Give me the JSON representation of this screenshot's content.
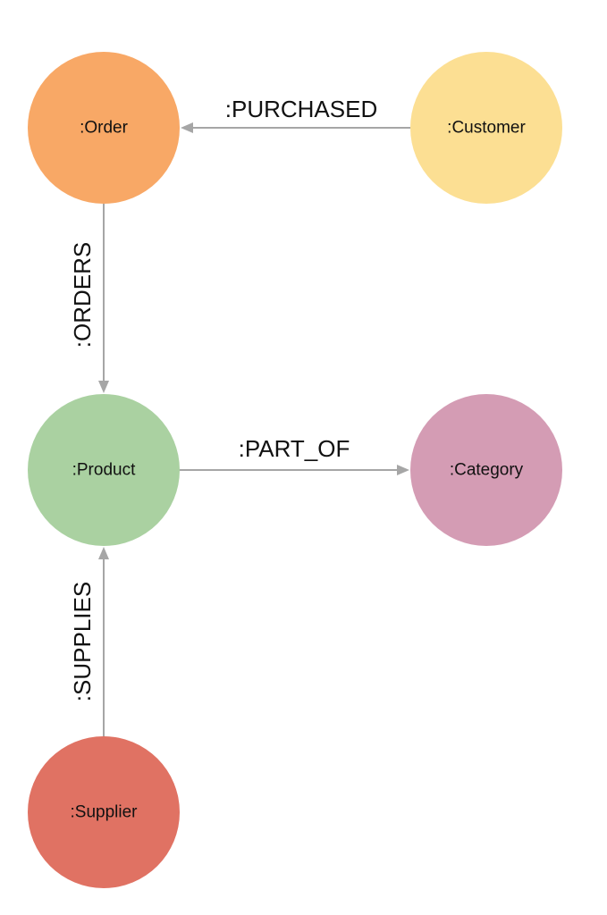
{
  "nodes": {
    "order": {
      "label": ":Order",
      "color": "#F8A866"
    },
    "customer": {
      "label": ":Customer",
      "color": "#FCDF93"
    },
    "product": {
      "label": ":Product",
      "color": "#AAD1A1"
    },
    "category": {
      "label": ":Category",
      "color": "#D49CB4"
    },
    "supplier": {
      "label": ":Supplier",
      "color": "#E07263"
    }
  },
  "edges": {
    "purchased": {
      "label": ":PURCHASED",
      "from": ":Customer",
      "to": ":Order"
    },
    "orders": {
      "label": ":ORDERS",
      "from": ":Order",
      "to": ":Product"
    },
    "part_of": {
      "label": ":PART_OF",
      "from": ":Product",
      "to": ":Category"
    },
    "supplies": {
      "label": ":SUPPLIES",
      "from": ":Supplier",
      "to": ":Product"
    }
  },
  "edge_color": "#A6A6A6"
}
